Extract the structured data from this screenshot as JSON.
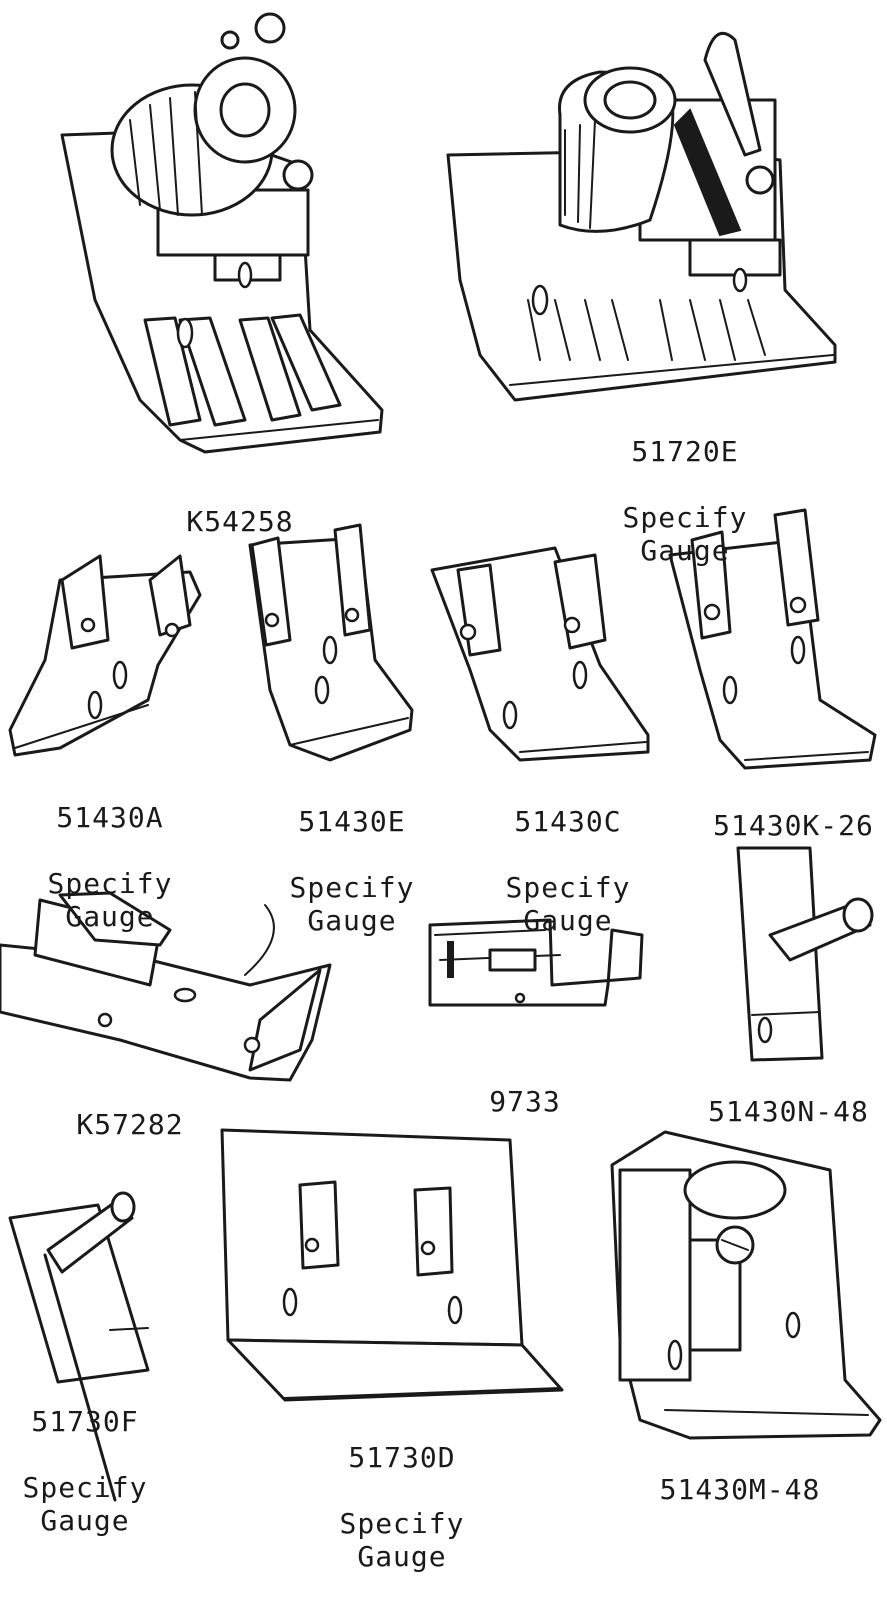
{
  "parts": [
    {
      "id": "K54258",
      "number": "K54258",
      "note": ""
    },
    {
      "id": "51720E",
      "number": "51720E",
      "note": "Specify\nGauge"
    },
    {
      "id": "51430A",
      "number": "51430A",
      "note": "Specify\nGauge"
    },
    {
      "id": "51430E",
      "number": "51430E",
      "note": "Specify\nGauge"
    },
    {
      "id": "51430C",
      "number": "51430C",
      "note": "Specify\nGauge"
    },
    {
      "id": "51430K-26",
      "number": "51430K-26",
      "note": ""
    },
    {
      "id": "K57282",
      "number": "K57282",
      "note": ""
    },
    {
      "id": "9733",
      "number": "9733",
      "note": ""
    },
    {
      "id": "51430N-48",
      "number": "51430N-48",
      "note": ""
    },
    {
      "id": "51730F",
      "number": "51730F",
      "note": "Specify\nGauge"
    },
    {
      "id": "51730D",
      "number": "51730D",
      "note": "Specify\nGauge"
    },
    {
      "id": "51430M-48",
      "number": "51430M-48",
      "note": ""
    }
  ]
}
